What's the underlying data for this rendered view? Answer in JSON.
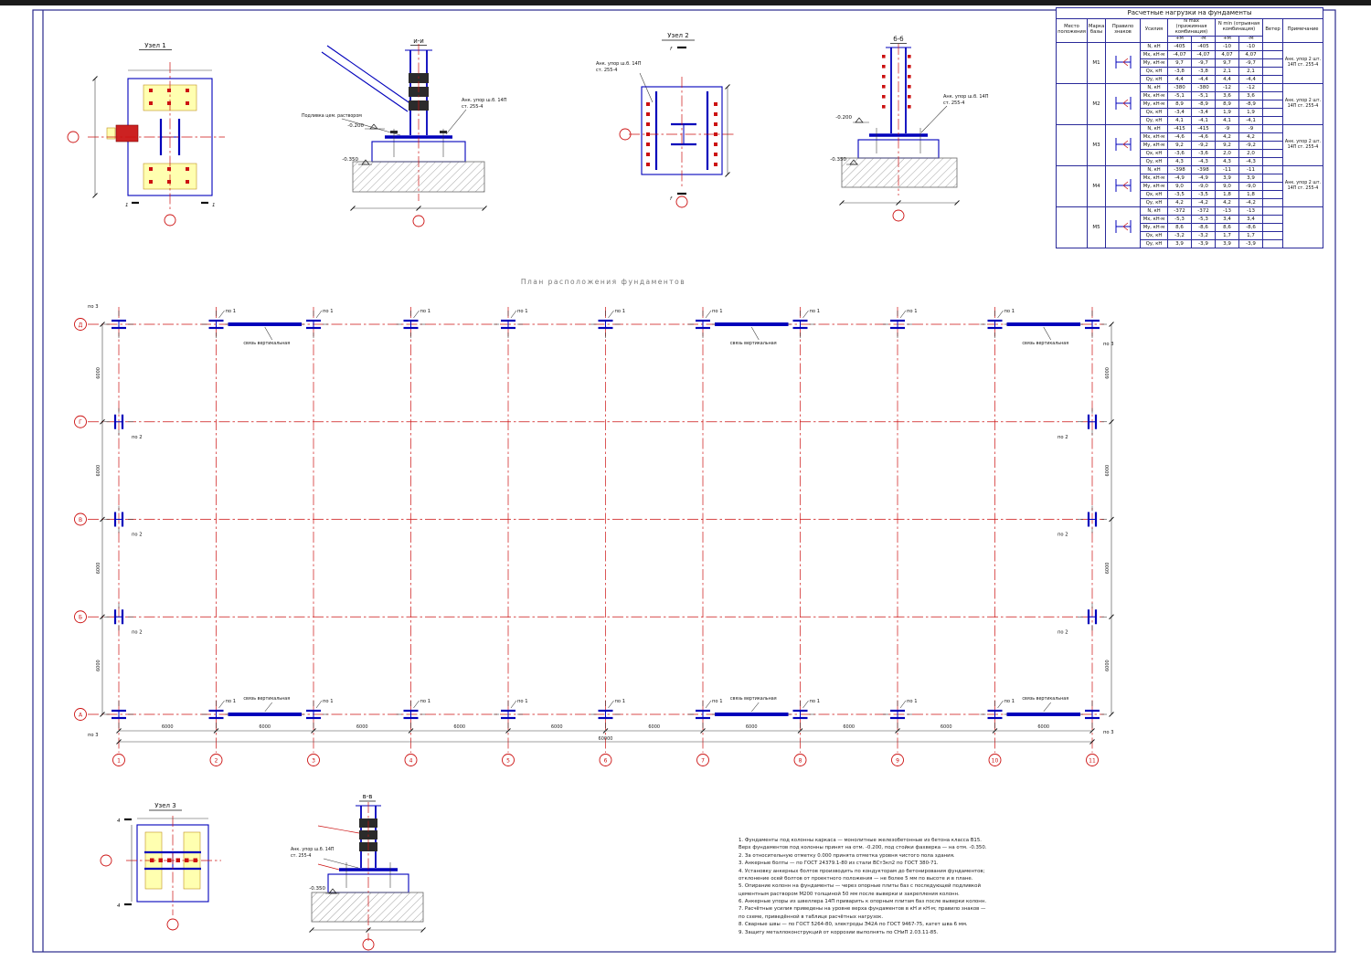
{
  "sheet": {
    "plan_title": "План расположения фундаментов"
  },
  "labels": {
    "uzel1": "Узел 1",
    "uzel2": "Узел 2",
    "uzel3": "Узел 3",
    "sec_ii": "и-и",
    "sec_bb": "б-б",
    "sec_vv": "в-в",
    "anchor_line1": "Анк. упор ш.б. 14П",
    "anchor_line2": "ст. 255-4",
    "elev_200": "-0.200",
    "elev_350": "-0.350",
    "grout": "Подливка цем. раствором",
    "cut_1": "1",
    "cut_f": "f",
    "cut_4": "4",
    "po1": "по 1",
    "po2": "по 2",
    "po3": "по 3",
    "brace": "связь вертикальная"
  },
  "plan": {
    "axes_x": [
      "1",
      "2",
      "3",
      "4",
      "5",
      "6",
      "7",
      "8",
      "9",
      "10",
      "11"
    ],
    "axes_y": [
      "Д",
      "Г",
      "В",
      "Б",
      "А"
    ],
    "bay_dim": "6000",
    "total_dim": "60000",
    "side_bay_dim": "6000",
    "brace_bays_top": [
      1,
      6,
      9
    ],
    "brace_bays_bottom": [
      1,
      6,
      9
    ]
  },
  "table": {
    "title": "Расчетные нагрузки на фундаменты",
    "col_place": "Место положения",
    "col_mark": "Марка базы",
    "col_sign": "Правило знаков",
    "col_force": "Усилия",
    "col_nmax": "N max (прижимная комбинация)",
    "col_nmin": "N min (отрывная комбинация)",
    "col_pm": "+М",
    "col_mm": "-М",
    "col_wind": "Ветер",
    "col_note": "Примечание",
    "note_text": "Анк. упор 2 шт. 14П ст. 255-4",
    "force_rows": [
      "N, кН",
      "Mx, кН·м",
      "My, кН·м",
      "Qx, кН",
      "Qy, кН"
    ],
    "groups": [
      {
        "mark": "М1",
        "note": true,
        "values": [
          [
            "-405",
            "-405",
            "-10",
            "-10",
            ""
          ],
          [
            "-4,07",
            "-4,07",
            "4,07",
            "4,07",
            ""
          ],
          [
            "9,7",
            "-9,7",
            "9,7",
            "-9,7",
            ""
          ],
          [
            "-3,8",
            "-3,8",
            "2,1",
            "2,1",
            ""
          ],
          [
            "4,4",
            "-4,4",
            "4,4",
            "-4,4",
            ""
          ]
        ]
      },
      {
        "mark": "М2",
        "note": true,
        "values": [
          [
            "-380",
            "-380",
            "-12",
            "-12",
            ""
          ],
          [
            "-5,1",
            "-5,1",
            "3,6",
            "3,6",
            ""
          ],
          [
            "8,9",
            "-8,9",
            "8,9",
            "-8,9",
            ""
          ],
          [
            "-3,4",
            "-3,4",
            "1,9",
            "1,9",
            ""
          ],
          [
            "4,1",
            "-4,1",
            "4,1",
            "-4,1",
            ""
          ]
        ]
      },
      {
        "mark": "М3",
        "note": true,
        "values": [
          [
            "-415",
            "-415",
            "-9",
            "-9",
            ""
          ],
          [
            "-4,6",
            "-4,6",
            "4,2",
            "4,2",
            ""
          ],
          [
            "9,2",
            "-9,2",
            "9,2",
            "-9,2",
            ""
          ],
          [
            "-3,6",
            "-3,6",
            "2,0",
            "2,0",
            ""
          ],
          [
            "4,3",
            "-4,3",
            "4,3",
            "-4,3",
            ""
          ]
        ]
      },
      {
        "mark": "М4",
        "note": true,
        "values": [
          [
            "-398",
            "-398",
            "-11",
            "-11",
            ""
          ],
          [
            "-4,9",
            "-4,9",
            "3,9",
            "3,9",
            ""
          ],
          [
            "9,0",
            "-9,0",
            "9,0",
            "-9,0",
            ""
          ],
          [
            "-3,5",
            "-3,5",
            "1,8",
            "1,8",
            ""
          ],
          [
            "4,2",
            "-4,2",
            "4,2",
            "-4,2",
            ""
          ]
        ]
      },
      {
        "mark": "М5",
        "note": false,
        "values": [
          [
            "-372",
            "-372",
            "-13",
            "-13",
            ""
          ],
          [
            "-5,3",
            "-5,3",
            "3,4",
            "3,4",
            ""
          ],
          [
            "8,6",
            "-8,6",
            "8,6",
            "-8,6",
            ""
          ],
          [
            "-3,2",
            "-3,2",
            "1,7",
            "1,7",
            ""
          ],
          [
            "3,9",
            "-3,9",
            "3,9",
            "-3,9",
            ""
          ]
        ]
      }
    ]
  },
  "notes": {
    "lines": [
      "1. Фундаменты под колонны каркаса — монолитные железобетонные из бетона класса В15.",
      "    Верх фундаментов под колонны принят на отм. -0.200, под стойки фахверка — на отм. -0.350.",
      "2. За относительную отметку 0.000 принята отметка уровня чистого пола здания.",
      "3. Анкерные болты — по ГОСТ 24379.1-80 из стали ВСт3кп2 по ГОСТ 380-71.",
      "4. Установку анкерных болтов производить по кондукторам до бетонирования фундаментов;",
      "    отклонение осей болтов от проектного положения — не более 5 мм по высоте и в плане.",
      "5. Опирание колонн на фундаменты — через опорные плиты баз с последующей подливкой",
      "    цементным раствором М200 толщиной 50 мм после выверки и закрепления колонн.",
      "6. Анкерные упоры из швеллера 14П приварить к опорным плитам баз после выверки колонн.",
      "7. Расчётные усилия приведены на уровне верха фундаментов в кН и кН·м; правило знаков —",
      "    по схеме, приведённой в таблице расчётных нагрузок.",
      "8. Сварные швы — по ГОСТ 5264-80, электроды Э42А по ГОСТ 9467-75, катет шва 6 мм.",
      "9. Защиту металлоконструкций от коррозии выполнять по СНиП 2.03.11-85."
    ]
  }
}
